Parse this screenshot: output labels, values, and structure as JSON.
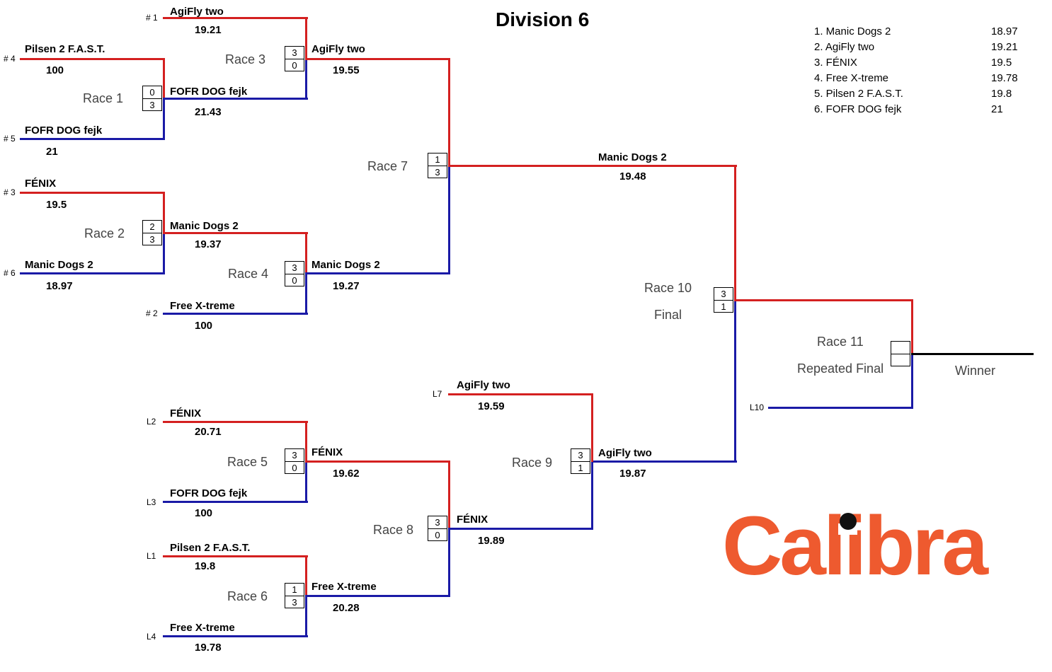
{
  "title": "Division 6",
  "ranking": [
    {
      "label": "1. Manic Dogs 2",
      "time": "18.97"
    },
    {
      "label": "2. AgiFly two",
      "time": "19.21"
    },
    {
      "label": "3. FÉNIX",
      "time": "19.5"
    },
    {
      "label": "4. Free X-treme",
      "time": "19.78"
    },
    {
      "label": "5. Pilsen 2 F.A.S.T.",
      "time": "19.8"
    },
    {
      "label": "6. FOFR DOG fejk",
      "time": "21"
    }
  ],
  "seeds": {
    "s1": "# 1",
    "s4": "# 4",
    "s5": "# 5",
    "s3": "# 3",
    "s6": "# 6",
    "s2": "# 2",
    "l7": "L7",
    "l2": "L2",
    "l3": "L3",
    "l1": "L1",
    "l4": "L4",
    "l10": "L10"
  },
  "entries": {
    "r3_top": {
      "team": "AgiFly two",
      "time": "19.21"
    },
    "r1_top": {
      "team": "Pilsen 2 F.A.S.T.",
      "time": "100"
    },
    "r1_bot": {
      "team": "FOFR DOG fejk",
      "time": "21"
    },
    "r1_win": {
      "team": "FOFR DOG fejk",
      "time": "21.43"
    },
    "r3_win": {
      "team": "AgiFly two",
      "time": "19.55"
    },
    "r2_top": {
      "team": "FÉNIX",
      "time": "19.5"
    },
    "r2_bot": {
      "team": "Manic Dogs 2",
      "time": "18.97"
    },
    "r2_win": {
      "team": "Manic Dogs 2",
      "time": "19.37"
    },
    "r4_win": {
      "team": "Manic Dogs 2",
      "time": "19.27"
    },
    "r4_bot": {
      "team": "Free X-treme",
      "time": "100"
    },
    "r7_win": {
      "team": "Manic Dogs 2",
      "time": "19.48"
    },
    "r9_top": {
      "team": "AgiFly two",
      "time": "19.59"
    },
    "r5_top": {
      "team": "FÉNIX",
      "time": "20.71"
    },
    "r5_win": {
      "team": "FÉNIX",
      "time": "19.62"
    },
    "r5_bot": {
      "team": "FOFR DOG fejk",
      "time": "100"
    },
    "r6_top": {
      "team": "Pilsen 2 F.A.S.T.",
      "time": "19.8"
    },
    "r6_win": {
      "team": "Free X-treme",
      "time": "20.28"
    },
    "r6_bot": {
      "team": "Free X-treme",
      "time": "19.78"
    },
    "r8_win": {
      "team": "FÉNIX",
      "time": "19.89"
    },
    "r9_win": {
      "team": "AgiFly two",
      "time": "19.87"
    }
  },
  "races": {
    "r1": {
      "label": "Race 1",
      "top": "0",
      "bot": "3"
    },
    "r2": {
      "label": "Race 2",
      "top": "2",
      "bot": "3"
    },
    "r3": {
      "label": "Race 3",
      "top": "3",
      "bot": "0"
    },
    "r4": {
      "label": "Race 4",
      "top": "3",
      "bot": "0"
    },
    "r5": {
      "label": "Race 5",
      "top": "3",
      "bot": "0"
    },
    "r6": {
      "label": "Race 6",
      "top": "1",
      "bot": "3"
    },
    "r7": {
      "label": "Race 7",
      "top": "1",
      "bot": "3"
    },
    "r8": {
      "label": "Race 8",
      "top": "3",
      "bot": "0"
    },
    "r9": {
      "label": "Race 9",
      "top": "3",
      "bot": "1"
    },
    "r10": {
      "label": "Race 10",
      "sublabel": "Final",
      "top": "3",
      "bot": "1"
    },
    "r11": {
      "label": "Race 11",
      "sublabel": "Repeated Final",
      "top": "",
      "bot": ""
    }
  },
  "winner_label": "Winner",
  "logo_text": "Calibra",
  "colors": {
    "red": "#d42020",
    "blue": "#1a1aa6",
    "logo": "#ee5a2f"
  }
}
